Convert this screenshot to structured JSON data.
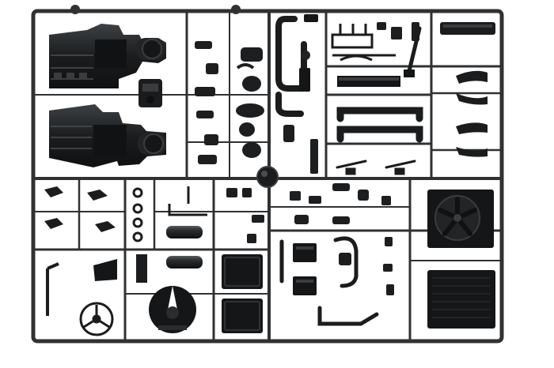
{
  "image": {
    "subject": "plastic-model-kit-sprue",
    "colors": {
      "background": "#ffffff",
      "frame": "#2f3133",
      "frame_highlight": "#55595c",
      "part": "#17191a",
      "part_highlight": "#4a4e51",
      "part_mid": "#2a2c2e"
    }
  },
  "parts": [
    {
      "name": "engine-block-upper",
      "icon": "engine-icon"
    },
    {
      "name": "engine-block-lower",
      "icon": "engine-icon"
    },
    {
      "name": "exhaust-pipe-upper",
      "icon": "pipe-icon"
    },
    {
      "name": "exhaust-pipe-lower",
      "icon": "pipe-icon"
    },
    {
      "name": "radiator-with-fan",
      "icon": "fan-icon"
    },
    {
      "name": "radiator-core",
      "icon": "radiator-icon"
    },
    {
      "name": "steering-wheel",
      "icon": "steering-wheel-icon"
    },
    {
      "name": "fifth-wheel-coupling",
      "icon": "coupling-icon"
    },
    {
      "name": "battery-boxes",
      "icon": "box-icon"
    },
    {
      "name": "fuel-tanks",
      "icon": "tank-icon"
    },
    {
      "name": "seat-panels",
      "icon": "panel-icon"
    },
    {
      "name": "suspension-springs",
      "icon": "spring-icon"
    },
    {
      "name": "hub-caps",
      "icon": "disc-icon"
    }
  ]
}
